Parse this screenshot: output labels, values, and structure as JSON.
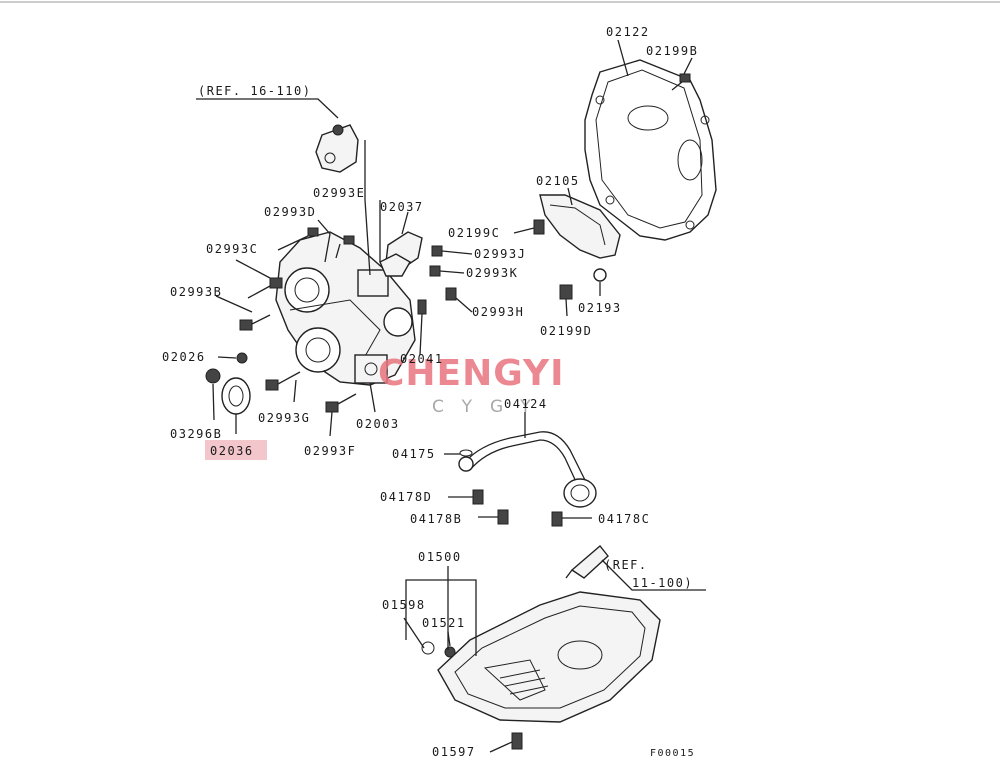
{
  "diagram_code": "F00015",
  "highlight_color": "#f3c6cc",
  "watermark": {
    "brand": "CHENGYI",
    "sub": "CYGY",
    "color": "#e8747e"
  },
  "labels": {
    "ref_16_110": "(REF. 16-110)",
    "ref_11_100_a": "(REF.",
    "ref_11_100_b": "11-100)",
    "p02122": "02122",
    "p02199B": "02199B",
    "p02105": "02105",
    "p02199C": "02199C",
    "p02193": "02193",
    "p02199D": "02199D",
    "p02993E": "02993E",
    "p02037": "02037",
    "p02993D": "02993D",
    "p02993J": "02993J",
    "p02993C": "02993C",
    "p02993K": "02993K",
    "p02993B": "02993B",
    "p02993H": "02993H",
    "p02026": "02026",
    "p02041": "02041",
    "p02993G": "02993G",
    "p02003": "02003",
    "p03296B": "03296B",
    "p02036": "02036",
    "p02993F": "02993F",
    "p04124": "04124",
    "p04175": "04175",
    "p04178D": "04178D",
    "p04178B": "04178B",
    "p04178C": "04178C",
    "p01500": "01500",
    "p01598": "01598",
    "p01521": "01521",
    "p01597": "01597"
  }
}
